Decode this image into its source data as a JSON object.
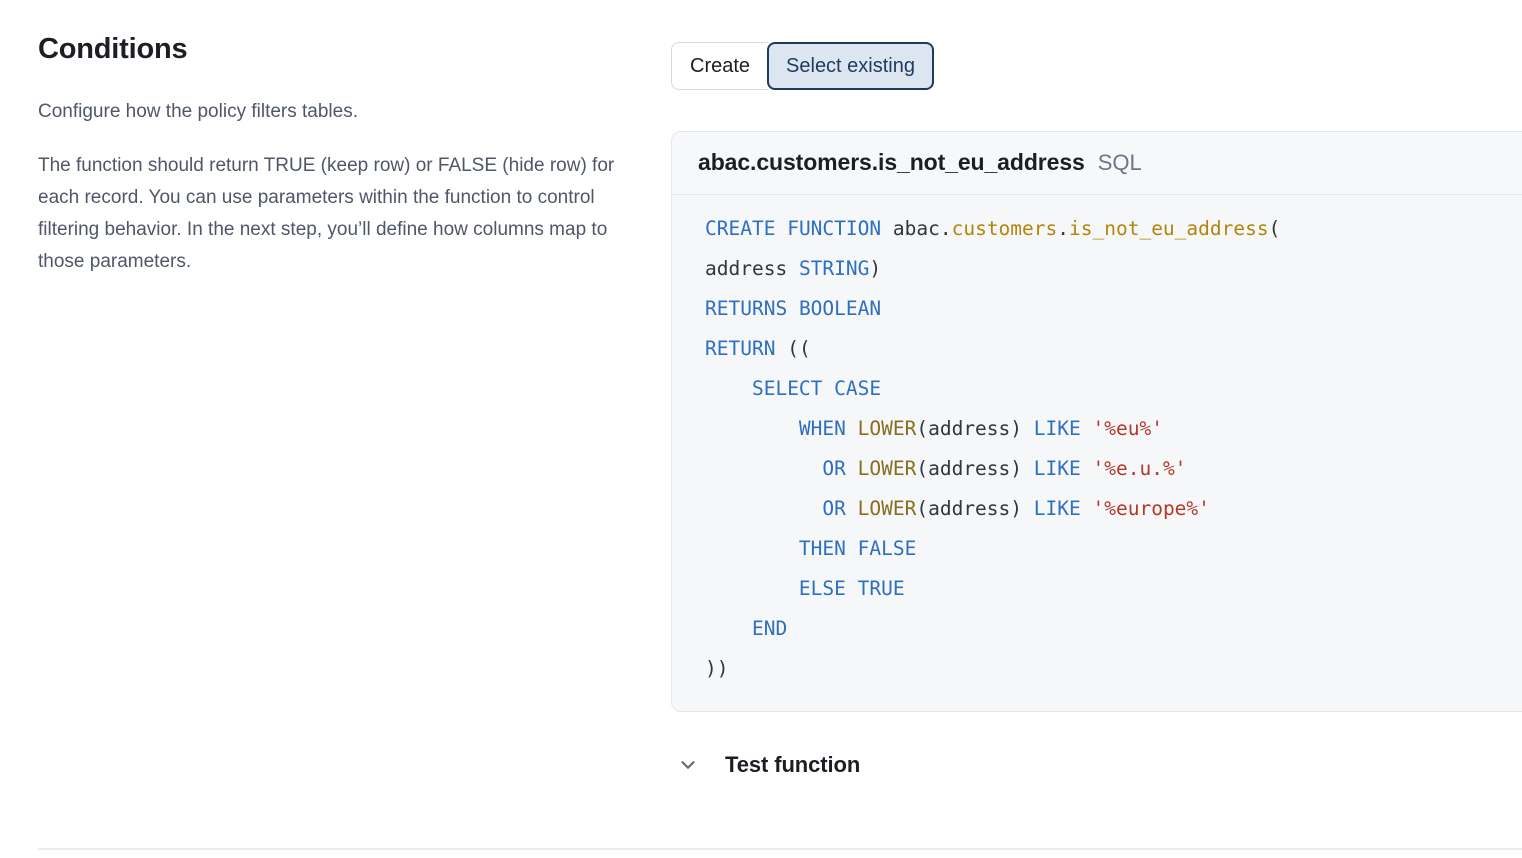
{
  "left": {
    "title": "Conditions",
    "paragraphs": [
      "Configure how the policy filters tables.",
      "The function should return TRUE (keep row) or FALSE (hide row) for each record. You can use parameters within the function to control filtering behavior. In the next step, you’ll define how columns map to those parameters."
    ]
  },
  "segmented": {
    "options": [
      {
        "label": "Create",
        "selected": false
      },
      {
        "label": "Select existing",
        "selected": true
      }
    ]
  },
  "code_panel": {
    "name": "abac.customers.is_not_eu_address",
    "language": "SQL",
    "code_lines": [
      "CREATE FUNCTION abac.customers.is_not_eu_address(",
      "address STRING)",
      "RETURNS BOOLEAN",
      "RETURN ((",
      "    SELECT CASE",
      "        WHEN LOWER(address) LIKE '%eu%'",
      "          OR LOWER(address) LIKE '%e.u.%'",
      "          OR LOWER(address) LIKE '%europe%'",
      "        THEN FALSE",
      "        ELSE TRUE",
      "    END",
      "))"
    ]
  },
  "test_function": {
    "label": "Test function",
    "icon": "chevron-down-icon",
    "expanded": false
  },
  "colors": {
    "accent_navy": "#1f3a5f",
    "selected_fill": "#dde5f0",
    "panel_bg": "#f5f7f9",
    "keyword": "#2f6fc0",
    "string": "#b3392a",
    "function": "#8a6d1f",
    "object": "#b2860a",
    "body_text": "#4f5767",
    "heading": "#1b1f24"
  }
}
